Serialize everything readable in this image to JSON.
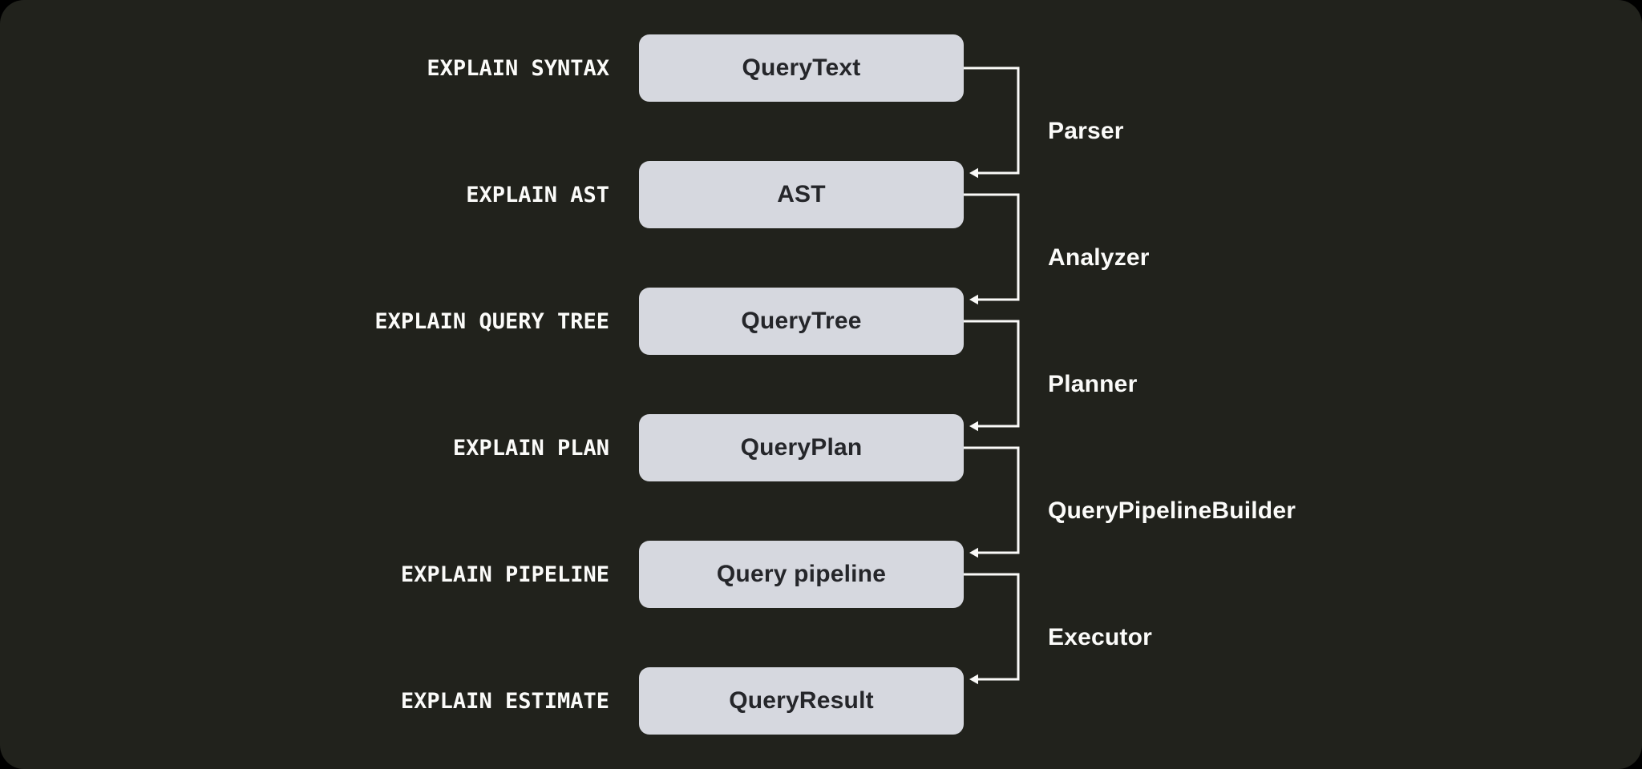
{
  "colors": {
    "outer_background": "#000000",
    "canvas_background": "#21221c",
    "node_fill": "#d6d8df",
    "node_text": "#25262a",
    "label_text": "#fbfbf9",
    "connector": "#fafaf8"
  },
  "rows": [
    {
      "command": "EXPLAIN SYNTAX",
      "artifact": "QueryText"
    },
    {
      "command": "EXPLAIN AST",
      "artifact": "AST"
    },
    {
      "command": "EXPLAIN QUERY TREE",
      "artifact": "QueryTree"
    },
    {
      "command": "EXPLAIN PLAN",
      "artifact": "QueryPlan"
    },
    {
      "command": "EXPLAIN PIPELINE",
      "artifact": "Query pipeline"
    },
    {
      "command": "EXPLAIN ESTIMATE",
      "artifact": "QueryResult"
    }
  ],
  "stages": [
    {
      "label": "Parser"
    },
    {
      "label": "Analyzer"
    },
    {
      "label": "Planner"
    },
    {
      "label": "QueryPipelineBuilder"
    },
    {
      "label": "Executor"
    }
  ]
}
